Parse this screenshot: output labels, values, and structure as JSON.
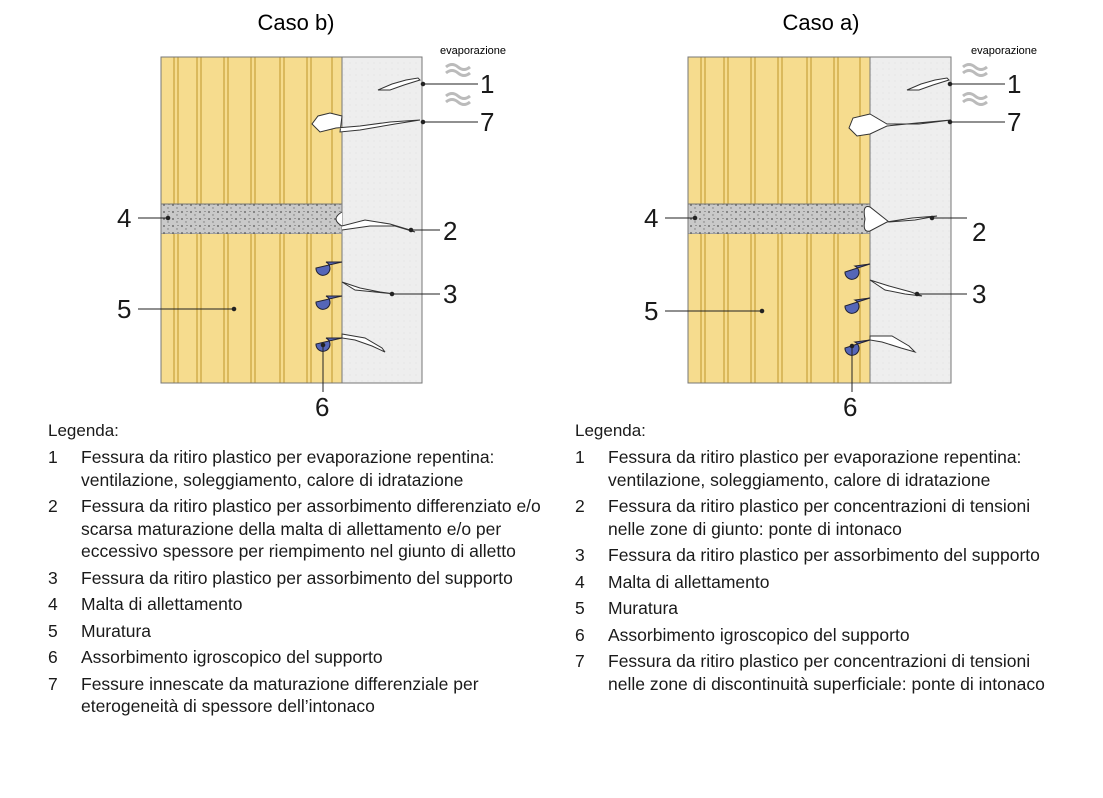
{
  "panels": [
    {
      "id": "caso-b",
      "title": "Caso b)",
      "evaporation_label": "evaporazione",
      "callouts": [
        "1",
        "7",
        "4",
        "2",
        "3",
        "5",
        "6"
      ],
      "legend_title": "Legenda:",
      "legend": [
        {
          "num": "1",
          "text": "Fessura da ritiro plastico per evaporazione repentina: ventilazione, soleggiamento, calore di idratazione"
        },
        {
          "num": "2",
          "text": "Fessura da ritiro plastico per assorbimento differenziato e/o scarsa maturazione della malta di allettamento e/o per eccessivo spessore per riempimento nel giunto di alletto"
        },
        {
          "num": "3",
          "text": "Fessura da ritiro plastico per assorbimento del supporto"
        },
        {
          "num": "4",
          "text": "Malta di allettamento"
        },
        {
          "num": "5",
          "text": "Muratura"
        },
        {
          "num": "6",
          "text": "Assorbimento igroscopico del supporto"
        },
        {
          "num": "7",
          "text": "Fessure innescate da maturazione differenziale per eterogeneità di spessore dell’intonaco"
        }
      ]
    },
    {
      "id": "caso-a",
      "title": "Caso a)",
      "evaporation_label": "evaporazione",
      "callouts": [
        "1",
        "7",
        "4",
        "2",
        "3",
        "5",
        "6"
      ],
      "legend_title": "Legenda:",
      "legend": [
        {
          "num": "1",
          "text": "Fessura da ritiro plastico per evaporazione repentina: ventilazione, soleggiamento, calore di idratazione"
        },
        {
          "num": "2",
          "text": "Fessura da ritiro plastico per concentrazioni di tensioni nelle zone di giunto: ponte di intonaco"
        },
        {
          "num": "3",
          "text": "Fessura da ritiro plastico per assorbimento del supporto"
        },
        {
          "num": "4",
          "text": "Malta di allettamento"
        },
        {
          "num": "5",
          "text": "Muratura"
        },
        {
          "num": "6",
          "text": "Assorbimento igroscopico del supporto"
        },
        {
          "num": "7",
          "text": "Fessura da ritiro plastico per concentrazioni di tensioni nelle zone di discontinuità superficiale: ponte di intonaco"
        }
      ]
    }
  ],
  "colors": {
    "brick": "#f6dc8e",
    "brick_stripe": "#c9a23c",
    "mortar": "#c8c8c8",
    "plaster": "#eeeeee",
    "outline": "#6b6b6b",
    "drop": "#5566b8",
    "text": "#1a1a1a"
  }
}
